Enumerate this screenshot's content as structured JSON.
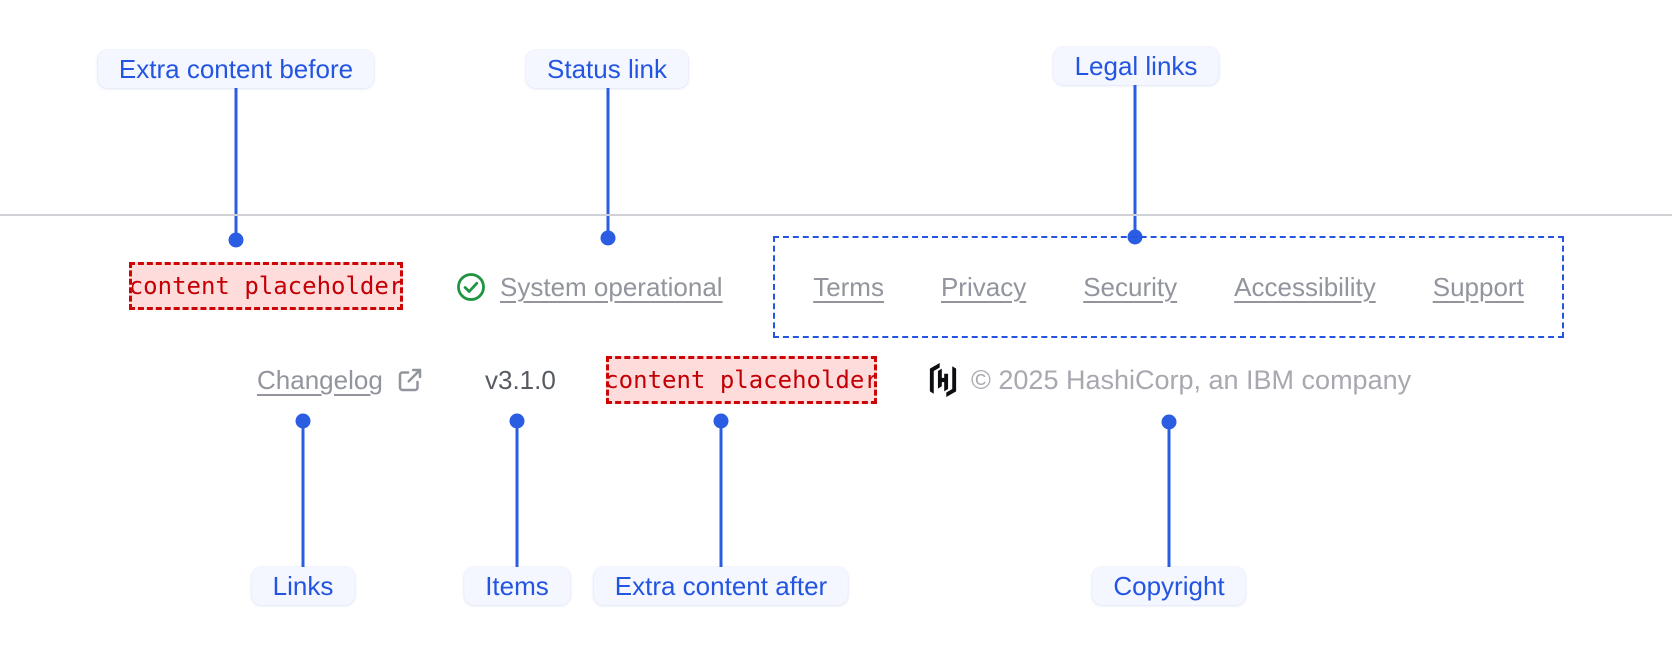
{
  "annotations": {
    "top": [
      {
        "label": "Extra content before"
      },
      {
        "label": "Status link"
      },
      {
        "label": "Legal links"
      }
    ],
    "bottom": [
      {
        "label": "Links"
      },
      {
        "label": "Items"
      },
      {
        "label": "Extra content after"
      },
      {
        "label": "Copyright"
      }
    ]
  },
  "footer": {
    "extra_content_before": "content placeholder",
    "status": {
      "label": "System operational",
      "icon": "check-circle"
    },
    "legal_links": [
      "Terms",
      "Privacy",
      "Security",
      "Accessibility",
      "Support"
    ],
    "links": [
      {
        "label": "Changelog",
        "external": true
      }
    ],
    "version": "v3.1.0",
    "extra_content_after": "content placeholder",
    "copyright": "© 2025 HashiCorp, an IBM company",
    "logo": "hashicorp-logo"
  },
  "colors": {
    "annotation_blue": "#2355e0",
    "placeholder_red": "#c30005",
    "link_gray": "#92959d",
    "success_green": "#219442"
  }
}
